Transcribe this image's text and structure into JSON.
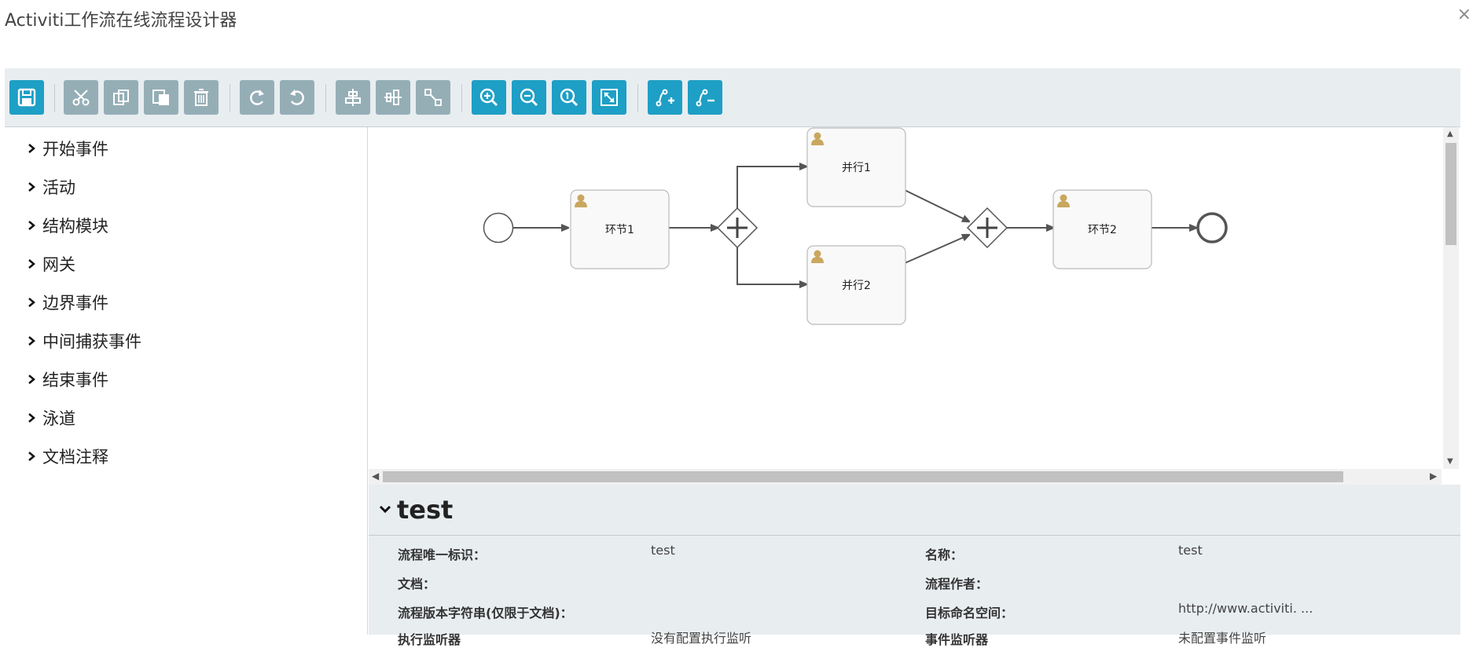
{
  "dialog": {
    "title": "Activiti工作流在线流程设计器",
    "close_symbol": "×"
  },
  "toolbar": {
    "buttons": [
      {
        "name": "save",
        "icon": "save-icon",
        "color": "#1e9fc5"
      },
      {
        "name": "cut",
        "icon": "scissors-icon",
        "color": "#95aeb6"
      },
      {
        "name": "copy",
        "icon": "copy-icon",
        "color": "#95aeb6"
      },
      {
        "name": "paste",
        "icon": "paste-icon",
        "color": "#95aeb6"
      },
      {
        "name": "delete",
        "icon": "trash-icon",
        "color": "#95aeb6"
      },
      {
        "name": "redo",
        "icon": "redo-icon",
        "color": "#95aeb6"
      },
      {
        "name": "undo",
        "icon": "undo-icon",
        "color": "#95aeb6"
      },
      {
        "name": "align-horizontal",
        "icon": "align-horizontal-icon",
        "color": "#95aeb6"
      },
      {
        "name": "align-vertical",
        "icon": "align-vertical-icon",
        "color": "#95aeb6"
      },
      {
        "name": "same-size",
        "icon": "resize-icon",
        "color": "#95aeb6"
      },
      {
        "name": "zoom-in",
        "icon": "zoom-in-icon",
        "color": "#1e9fc5"
      },
      {
        "name": "zoom-out",
        "icon": "zoom-out-icon",
        "color": "#1e9fc5"
      },
      {
        "name": "zoom-actual",
        "icon": "zoom-actual-icon",
        "color": "#1e9fc5"
      },
      {
        "name": "zoom-fit",
        "icon": "zoom-fit-icon",
        "color": "#1e9fc5"
      },
      {
        "name": "add-bendpoint",
        "icon": "add-bendpoint-icon",
        "color": "#1e9fc5"
      },
      {
        "name": "remove-bendpoint",
        "icon": "remove-bendpoint-icon",
        "color": "#1e9fc5"
      }
    ]
  },
  "palette": {
    "items": [
      "开始事件",
      "活动",
      "结构模块",
      "网关",
      "边界事件",
      "中间捕获事件",
      "结束事件",
      "泳道",
      "文档注释"
    ]
  },
  "diagram": {
    "tasks": {
      "task1": "环节1",
      "parallel1": "并行1",
      "parallel2": "并行2",
      "task2": "环节2"
    },
    "task_icon": "user-icon",
    "gateway_icon": "plus-icon"
  },
  "properties": {
    "title": "test",
    "rows": [
      {
        "label": "流程唯一标识：",
        "value": "test",
        "label2": "名称：",
        "value2": "test"
      },
      {
        "label": "文档：",
        "value": "",
        "label2": "流程作者：",
        "value2": ""
      },
      {
        "label": "流程版本字符串(仅限于文档)：",
        "value": "",
        "label2": "目标命名空间：",
        "value2": "http://www.activiti. ..."
      },
      {
        "label": "执行监听器",
        "value": "没有配置执行监听",
        "label2": "事件监听器",
        "value2": "未配置事件监听"
      }
    ]
  },
  "colors": {
    "accent": "#1e9fc5",
    "toolbar_bg": "#e8edf0",
    "task_fill": "#f9f9f9",
    "user_icon": "#c9a75e"
  }
}
